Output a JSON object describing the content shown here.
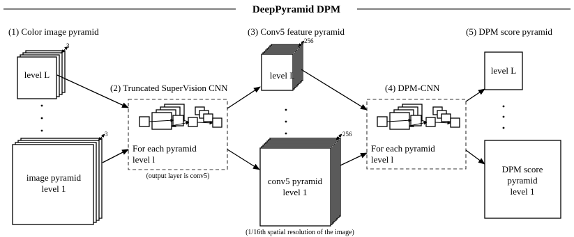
{
  "title": "DeepPyramid DPM",
  "stages": {
    "s1": {
      "heading": "(1) Color image pyramid",
      "top_level": "level L",
      "bottom_line1": "image pyramid",
      "bottom_line2": "level 1",
      "depth_label": "3"
    },
    "s2": {
      "heading": "(2) Truncated SuperVision CNN",
      "body_line1": "For each pyramid",
      "body_line2": "level l",
      "note": "(output layer is conv5)"
    },
    "s3": {
      "heading": "(3) Conv5 feature pyramid",
      "top_level": "level L",
      "bottom_line1": "conv5 pyramid",
      "bottom_line2": "level 1",
      "depth_label": "256",
      "note": "(1/16th spatial resolution of the image)"
    },
    "s4": {
      "heading": "(4) DPM-CNN",
      "body_line1": "For each pyramid",
      "body_line2": "level l"
    },
    "s5": {
      "heading": "(5) DPM score pyramid",
      "top_level": "level L",
      "bottom_line1": "DPM score",
      "bottom_line2": "pyramid",
      "bottom_line3": "level 1"
    }
  }
}
